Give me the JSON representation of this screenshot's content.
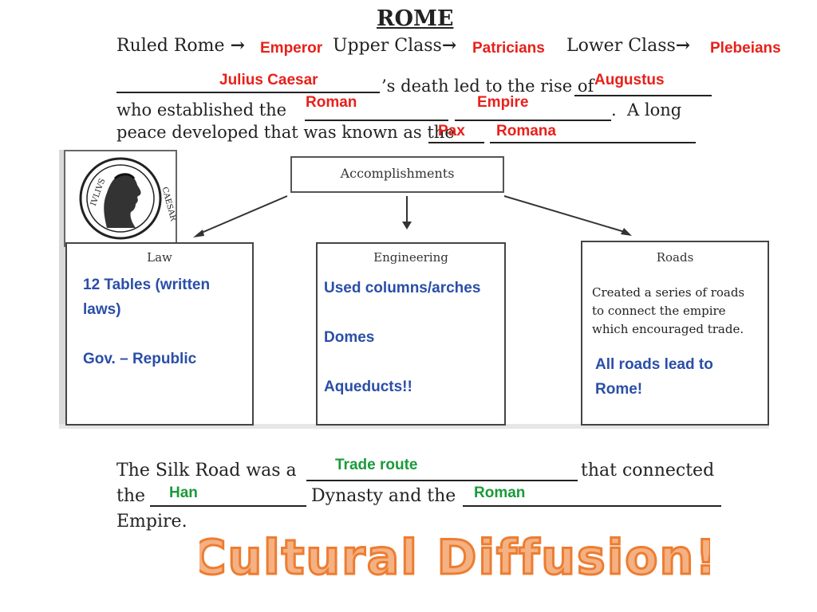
{
  "title": "ROME",
  "ruled_line": {
    "ruled_text": "Ruled Rome",
    "ruled_answer": "Emperor",
    "upper_text": "Upper Class",
    "upper_answer": "Patricians",
    "lower_text": "Lower Class",
    "lower_answer": "Plebeians",
    "arrow": "→"
  },
  "paragraph": {
    "line1_text": "’s death led to the rise of",
    "line2_text": "who established the",
    "line2_end": ".  A long",
    "line3_text": "peace developed that was known as the",
    "answers": {
      "julius": "Julius Caesar",
      "augustus": "Augustus",
      "roman": "Roman",
      "empire": "Empire",
      "pax": "Pax",
      "romana": "Romana"
    }
  },
  "coin": {
    "left_text": "IVLIVS",
    "right_text": "CAESAR"
  },
  "accomplishments": {
    "header": "Accomplishments",
    "law": {
      "title": "Law",
      "line1": "12 Tables (written",
      "line2": "laws)",
      "line3": "Gov. – Republic"
    },
    "engineering": {
      "title": "Engineering",
      "item1": "Used columns/arches",
      "item2": "Domes",
      "item3": "Aqueducts!!"
    },
    "roads": {
      "title": "Roads",
      "desc1": "Created a series of roads",
      "desc2": "to connect the empire",
      "desc3": "which encouraged trade.",
      "answer1": "All roads lead to",
      "answer2": "Rome!"
    }
  },
  "silk_road": {
    "part1": "The Silk Road was a",
    "part2": "that connected",
    "part3": "the",
    "part4": "Dynasty and the",
    "part5": "Empire.",
    "answers": {
      "trade": "Trade route",
      "han": "Han",
      "roman": "Roman"
    }
  },
  "banner": "Cultural Diffusion!",
  "colors": {
    "red": "#e8201a",
    "blue": "#2a4ea8",
    "green": "#1a9a3a",
    "banner_fill": "#f4b183",
    "banner_stroke": "#ed7d31"
  }
}
